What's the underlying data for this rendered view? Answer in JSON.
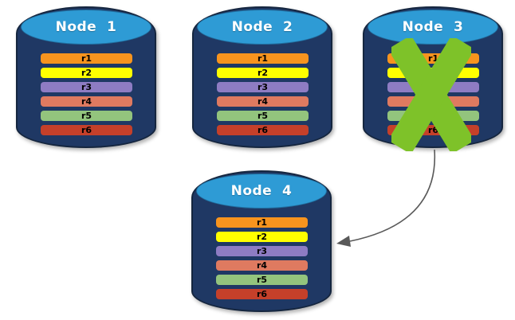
{
  "diagram": {
    "background": "#FFFFFF",
    "colors": {
      "cylinder_body": "#1F3864",
      "cylinder_top": "#2E9BD5",
      "cross": "#7EC229",
      "arrow": "#595959"
    },
    "arrow": {
      "from": "node-3",
      "to": "node-4",
      "color": "#595959"
    },
    "nodes": [
      {
        "id": "node-1",
        "title": "Node  1",
        "failed": false,
        "bars": [
          {
            "label": "r1",
            "color": "#F7941E"
          },
          {
            "label": "r2",
            "color": "#FFFF00"
          },
          {
            "label": "r3",
            "color": "#8E7CC3"
          },
          {
            "label": "r4",
            "color": "#DF7A60"
          },
          {
            "label": "r5",
            "color": "#93C47D"
          },
          {
            "label": "r6",
            "color": "#C5402A"
          }
        ]
      },
      {
        "id": "node-2",
        "title": "Node  2",
        "failed": false,
        "bars": [
          {
            "label": "r1",
            "color": "#F7941E"
          },
          {
            "label": "r2",
            "color": "#FFFF00"
          },
          {
            "label": "r3",
            "color": "#8E7CC3"
          },
          {
            "label": "r4",
            "color": "#DF7A60"
          },
          {
            "label": "r5",
            "color": "#93C47D"
          },
          {
            "label": "r6",
            "color": "#C5402A"
          }
        ]
      },
      {
        "id": "node-3",
        "title": "Node  3",
        "failed": true,
        "bars": [
          {
            "label": "r1",
            "color": "#F7941E"
          },
          {
            "label": "r2",
            "color": "#FFFF00"
          },
          {
            "label": "r3",
            "color": "#8E7CC3"
          },
          {
            "label": "r4",
            "color": "#DF7A60"
          },
          {
            "label": "r5",
            "color": "#93C47D"
          },
          {
            "label": "r6",
            "color": "#C5402A"
          }
        ]
      },
      {
        "id": "node-4",
        "title": "Node  4",
        "failed": false,
        "bars": [
          {
            "label": "r1",
            "color": "#F7941E"
          },
          {
            "label": "r2",
            "color": "#FFFF00"
          },
          {
            "label": "r3",
            "color": "#8E7CC3"
          },
          {
            "label": "r4",
            "color": "#DF7A60"
          },
          {
            "label": "r5",
            "color": "#93C47D"
          },
          {
            "label": "r6",
            "color": "#C5402A"
          }
        ]
      }
    ]
  }
}
